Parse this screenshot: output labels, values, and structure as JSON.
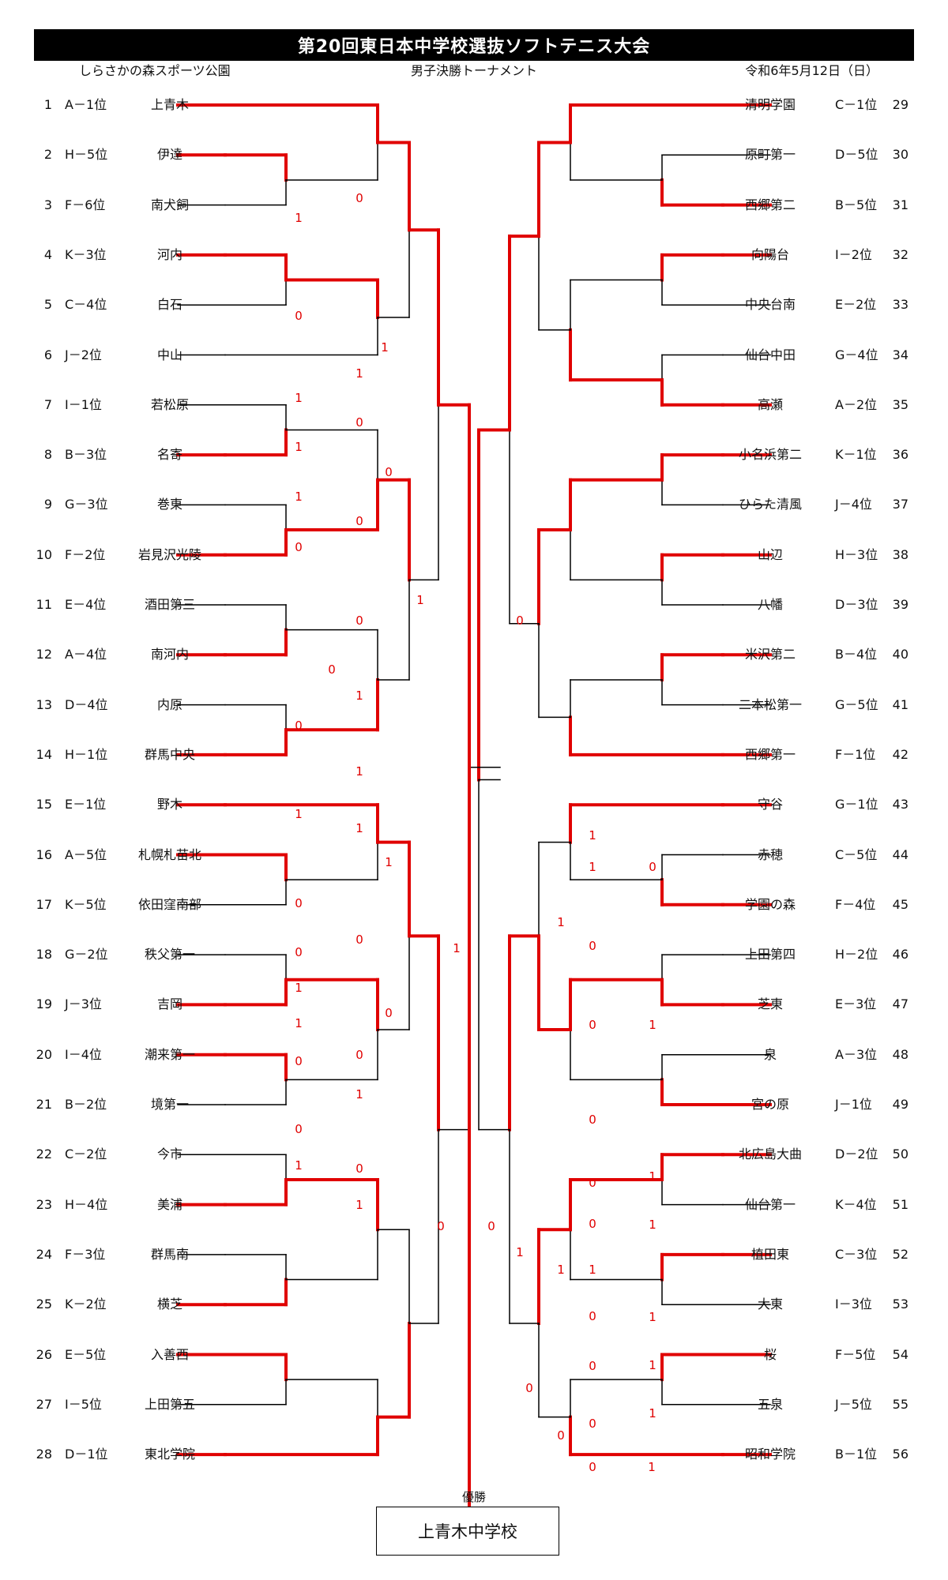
{
  "title": "第20回東日本中学校選抜ソフトテニス大会",
  "venue": "しらさかの森スポーツ公園",
  "event": "男子決勝トーナメント",
  "date": "令和6年5月12日（日）",
  "winner_label": "優勝",
  "champion": "上青木中学校",
  "colors": {
    "winner_path": "#e00000",
    "line": "#000000",
    "header_bg": "#000000",
    "score": "#e00000"
  },
  "left_entries": [
    {
      "num": "1",
      "seed": "A－1位",
      "team": "上青木"
    },
    {
      "num": "2",
      "seed": "H－5位",
      "team": "伊達"
    },
    {
      "num": "3",
      "seed": "F－6位",
      "team": "南犬飼"
    },
    {
      "num": "4",
      "seed": "K－3位",
      "team": "河内"
    },
    {
      "num": "5",
      "seed": "C－4位",
      "team": "白石"
    },
    {
      "num": "6",
      "seed": "J－2位",
      "team": "中山"
    },
    {
      "num": "7",
      "seed": "I－1位",
      "team": "若松原"
    },
    {
      "num": "8",
      "seed": "B－3位",
      "team": "名寄"
    },
    {
      "num": "9",
      "seed": "G－3位",
      "team": "巻東"
    },
    {
      "num": "10",
      "seed": "F－2位",
      "team": "岩見沢光陵"
    },
    {
      "num": "11",
      "seed": "E－4位",
      "team": "酒田第三"
    },
    {
      "num": "12",
      "seed": "A－4位",
      "team": "南河内"
    },
    {
      "num": "13",
      "seed": "D－4位",
      "team": "内原"
    },
    {
      "num": "14",
      "seed": "H－1位",
      "team": "群馬中央"
    },
    {
      "num": "15",
      "seed": "E－1位",
      "team": "野木"
    },
    {
      "num": "16",
      "seed": "A－5位",
      "team": "札幌札苗北"
    },
    {
      "num": "17",
      "seed": "K－5位",
      "team": "依田窪南部"
    },
    {
      "num": "18",
      "seed": "G－2位",
      "team": "秩父第一"
    },
    {
      "num": "19",
      "seed": "J－3位",
      "team": "吉岡"
    },
    {
      "num": "20",
      "seed": "I－4位",
      "team": "潮来第一"
    },
    {
      "num": "21",
      "seed": "B－2位",
      "team": "境第一"
    },
    {
      "num": "22",
      "seed": "C－2位",
      "team": "今市"
    },
    {
      "num": "23",
      "seed": "H－4位",
      "team": "美浦"
    },
    {
      "num": "24",
      "seed": "F－3位",
      "team": "群馬南"
    },
    {
      "num": "25",
      "seed": "K－2位",
      "team": "横芝"
    },
    {
      "num": "26",
      "seed": "E－5位",
      "team": "入善西"
    },
    {
      "num": "27",
      "seed": "I－5位",
      "team": "上田第五"
    },
    {
      "num": "28",
      "seed": "D－1位",
      "team": "東北学院"
    }
  ],
  "right_entries": [
    {
      "num": "29",
      "seed": "C－1位",
      "team": "清明学園"
    },
    {
      "num": "30",
      "seed": "D－5位",
      "team": "原町第一"
    },
    {
      "num": "31",
      "seed": "B－5位",
      "team": "西郷第二"
    },
    {
      "num": "32",
      "seed": "I－2位",
      "team": "向陽台"
    },
    {
      "num": "33",
      "seed": "E－2位",
      "team": "中央台南"
    },
    {
      "num": "34",
      "seed": "G－4位",
      "team": "仙台中田"
    },
    {
      "num": "35",
      "seed": "A－2位",
      "team": "高瀬"
    },
    {
      "num": "36",
      "seed": "K－1位",
      "team": "小名浜第二"
    },
    {
      "num": "37",
      "seed": "J－4位",
      "team": "ひらた清風"
    },
    {
      "num": "38",
      "seed": "H－3位",
      "team": "山辺"
    },
    {
      "num": "39",
      "seed": "D－3位",
      "team": "八幡"
    },
    {
      "num": "40",
      "seed": "B－4位",
      "team": "米沢第二"
    },
    {
      "num": "41",
      "seed": "G－5位",
      "team": "二本松第一"
    },
    {
      "num": "42",
      "seed": "F－1位",
      "team": "西郷第一"
    },
    {
      "num": "43",
      "seed": "G－1位",
      "team": "守谷"
    },
    {
      "num": "44",
      "seed": "C－5位",
      "team": "赤穂"
    },
    {
      "num": "45",
      "seed": "F－4位",
      "team": "学園の森"
    },
    {
      "num": "46",
      "seed": "H－2位",
      "team": "上田第四"
    },
    {
      "num": "47",
      "seed": "E－3位",
      "team": "芝東"
    },
    {
      "num": "48",
      "seed": "A－3位",
      "team": "泉"
    },
    {
      "num": "49",
      "seed": "J－1位",
      "team": "宮の原"
    },
    {
      "num": "50",
      "seed": "D－2位",
      "team": "北広島大曲"
    },
    {
      "num": "51",
      "seed": "K－4位",
      "team": "仙台第一"
    },
    {
      "num": "52",
      "seed": "C－3位",
      "team": "植田東"
    },
    {
      "num": "53",
      "seed": "I－3位",
      "team": "大東"
    },
    {
      "num": "54",
      "seed": "F－5位",
      "team": "桜"
    },
    {
      "num": "55",
      "seed": "J－5位",
      "team": "五泉"
    },
    {
      "num": "56",
      "seed": "B－1位",
      "team": "昭和学院"
    }
  ],
  "scores": [
    {
      "v": "0"
    },
    {
      "v": "1"
    },
    {
      "v": "1"
    },
    {
      "v": "0"
    },
    {
      "v": "1"
    },
    {
      "v": "1"
    },
    {
      "v": "0"
    },
    {
      "v": "1"
    },
    {
      "v": "0"
    },
    {
      "v": "1"
    },
    {
      "v": "0"
    },
    {
      "v": "0"
    },
    {
      "v": "1"
    },
    {
      "v": "0"
    },
    {
      "v": "0"
    },
    {
      "v": "0"
    },
    {
      "v": "1"
    },
    {
      "v": "0"
    },
    {
      "v": "1"
    },
    {
      "v": "1"
    },
    {
      "v": "1"
    },
    {
      "v": "1"
    },
    {
      "v": "0"
    },
    {
      "v": "0"
    },
    {
      "v": "0"
    },
    {
      "v": "1"
    },
    {
      "v": "1"
    },
    {
      "v": "0"
    },
    {
      "v": "1"
    },
    {
      "v": "0"
    },
    {
      "v": "0"
    },
    {
      "v": "1"
    },
    {
      "v": "0"
    },
    {
      "v": "1"
    },
    {
      "v": "0"
    },
    {
      "v": "1"
    },
    {
      "v": "0"
    },
    {
      "v": "0"
    },
    {
      "v": "1"
    },
    {
      "v": "0"
    },
    {
      "v": "1"
    },
    {
      "v": "1"
    },
    {
      "v": "0"
    },
    {
      "v": "1"
    },
    {
      "v": "0"
    },
    {
      "v": "1"
    },
    {
      "v": "1"
    },
    {
      "v": "0"
    },
    {
      "v": "0"
    },
    {
      "v": "0"
    },
    {
      "v": "1"
    },
    {
      "v": "0"
    },
    {
      "v": "1"
    },
    {
      "v": "0"
    },
    {
      "v": "1"
    },
    {
      "v": "0"
    },
    {
      "v": "0"
    },
    {
      "v": "1"
    },
    {
      "v": "0"
    },
    {
      "v": "1"
    },
    {
      "v": "1"
    },
    {
      "v": "0"
    },
    {
      "v": "1"
    }
  ]
}
